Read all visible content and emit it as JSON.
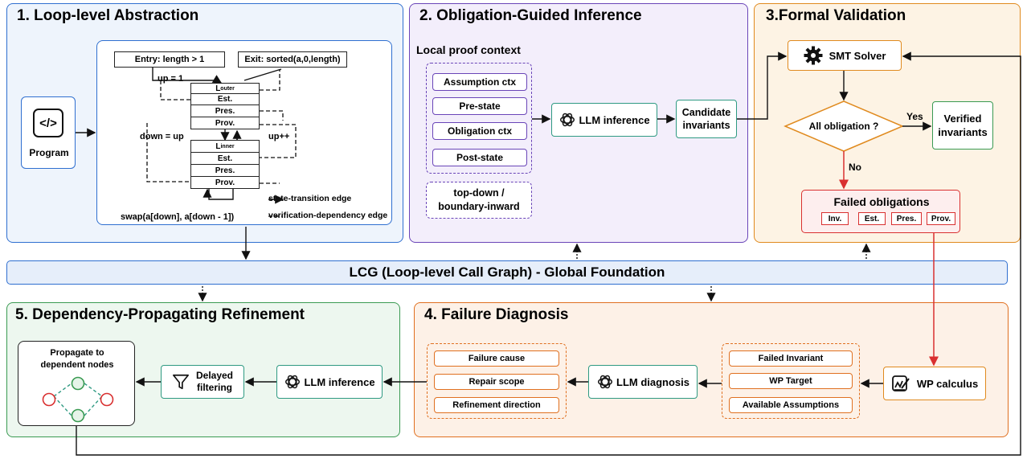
{
  "panels": {
    "p1": {
      "title": "1. Loop-level Abstraction",
      "color": "#2f6fd0",
      "bg": "#eef4fc"
    },
    "p2": {
      "title": "2. Obligation-Guided Inference",
      "color": "#6a45b8",
      "bg": "#f3eefb"
    },
    "p3": {
      "title": "3.Formal Validation",
      "color": "#e08a1e",
      "bg": "#fdf3e4"
    },
    "p4": {
      "title": "4. Failure Diagnosis",
      "color": "#e07020",
      "bg": "#fdf1e7"
    },
    "p5": {
      "title": "5. Dependency-Propagating Refinement",
      "color": "#3a9a52",
      "bg": "#edf7ef"
    }
  },
  "lcg": {
    "label": "LCG (Loop-level Call Graph) - Global Foundation",
    "bg": "#e6eefa",
    "color": "#2f6fd0"
  },
  "p1": {
    "program": {
      "icon_text": "</>",
      "label": "Program"
    },
    "entry": "Entry: length > 1",
    "exit": "Exit: sorted(a,0,length)",
    "up_init": "up = 1",
    "outer": {
      "name": "L",
      "sub": "outer",
      "rows": [
        "Est.",
        "Pres.",
        "Prov."
      ]
    },
    "down_eq": "down = up",
    "up_inc": "up++",
    "inner": {
      "name": "L",
      "sub": "inner",
      "rows": [
        "Est.",
        "Pres.",
        "Prov."
      ]
    },
    "swap": "swap(a[down], a[down - 1])",
    "legend": {
      "solid": "state-transition edge",
      "dashed": "verification-dependency edge"
    }
  },
  "p2": {
    "context_title": "Local proof context",
    "context_items": [
      "Assumption ctx",
      "Pre-state",
      "Obligation ctx",
      "Post-state"
    ],
    "strategy": [
      "top-down /",
      "boundary-inward"
    ],
    "llm": "LLM inference",
    "candidate": [
      "Candidate",
      "invariants"
    ]
  },
  "p3": {
    "smt": "SMT Solver",
    "decision": "All obligation ?",
    "yes": "Yes",
    "no": "No",
    "verified": [
      "Verified",
      "invariants"
    ],
    "failed_title": "Failed obligations",
    "failed_tags": [
      "Inv.",
      "Est.",
      "Pres.",
      "Prov."
    ]
  },
  "p4": {
    "wp": "WP calculus",
    "wp_items": [
      "Failed Invariant",
      "WP Target",
      "Available Assumptions"
    ],
    "llm": "LLM diagnosis",
    "diag_items": [
      "Failure cause",
      "Repair scope",
      "Refinement direction"
    ]
  },
  "p5": {
    "llm": "LLM inference",
    "filter": [
      "Delayed",
      "filtering"
    ],
    "propagate": [
      "Propagate to",
      "dependent nodes"
    ],
    "node_colors": {
      "red": "#d93030",
      "green": "#3a9a52"
    }
  },
  "colors": {
    "red_arrow": "#d93030",
    "fail_red": "#d93030",
    "fail_bg": "#fdeeee"
  },
  "icons": {
    "openai": "openai-icon",
    "gear": "gear-icon",
    "code": "code-icon",
    "funnel": "funnel-icon",
    "wp": "wp-icon"
  }
}
